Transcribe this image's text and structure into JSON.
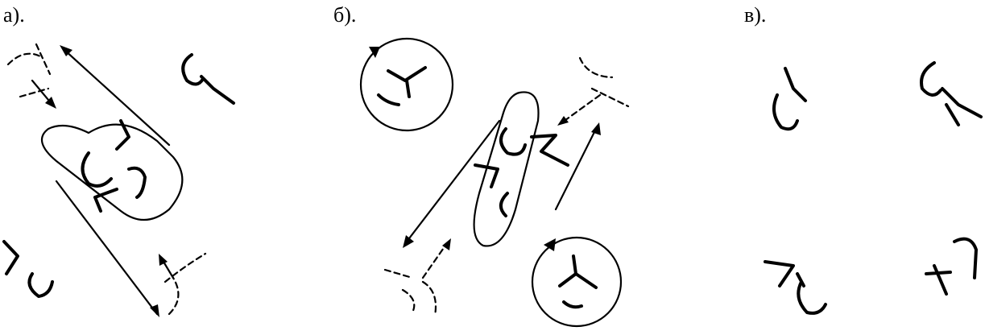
{
  "panels": [
    {
      "id": "a",
      "label": "а)."
    },
    {
      "id": "b",
      "label": "б)."
    },
    {
      "id": "c",
      "label": "в)."
    }
  ],
  "colors": {
    "ink": "#000000",
    "background": "#ffffff"
  }
}
